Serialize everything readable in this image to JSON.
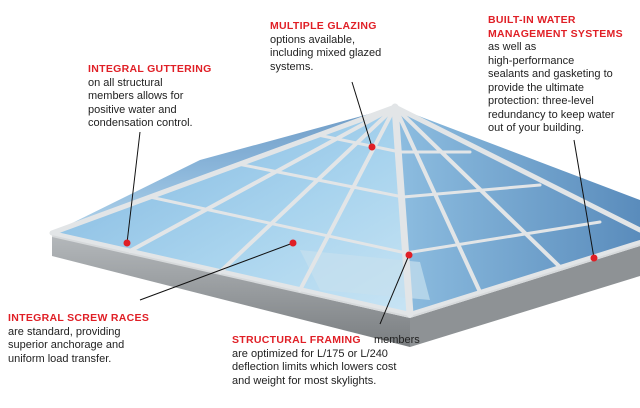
{
  "colors": {
    "accent": "#e01f26",
    "text": "#222222",
    "glass_light": "#a9d4ee",
    "glass_dark": "#4f86b6",
    "frame": "#c9cdd0",
    "base": "#8f9396"
  },
  "callouts": {
    "integral_guttering": {
      "title": "INTEGRAL GUTTERING",
      "lines": [
        "on all structural",
        "members allows for",
        "positive water and",
        "condensation control."
      ]
    },
    "multiple_glazing": {
      "title": "MULTIPLE GLAZING",
      "lines": [
        "options available,",
        "including mixed glazed",
        "systems."
      ]
    },
    "water_management": {
      "title_lines": [
        "BUILT-IN WATER",
        "MANAGEMENT SYSTEMS"
      ],
      "lines": [
        "as well as",
        "high-performance",
        "sealants and gasketing to",
        "provide the ultimate",
        "protection: three-level",
        "redundancy to keep water",
        "out of your building."
      ]
    },
    "integral_screw_races": {
      "title": "INTEGRAL SCREW RACES",
      "lines": [
        "are standard, providing",
        "superior anchorage and",
        "uniform load transfer."
      ]
    },
    "structural_framing": {
      "title": "STRUCTURAL FRAMING",
      "first_line_rest": "members",
      "lines": [
        "are optimized for L/175 or L/240",
        "deflection limits which lowers cost",
        "and weight for most skylights."
      ]
    }
  }
}
